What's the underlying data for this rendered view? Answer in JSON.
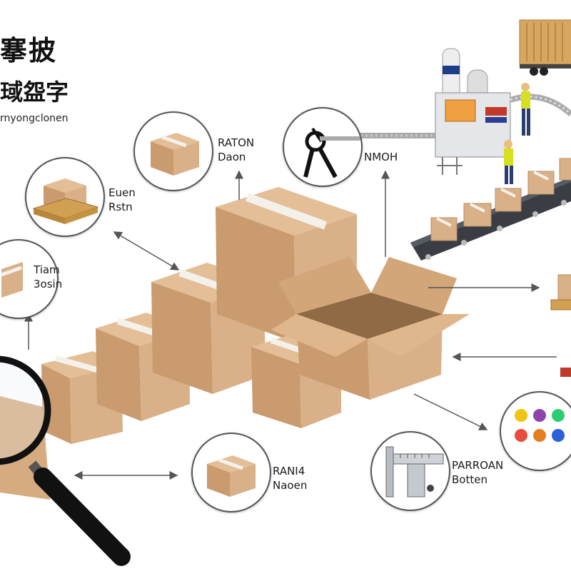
{
  "header": {
    "title_line1": "搴披",
    "title_line2": "琙盌字",
    "subtitle": "rnyongclonen"
  },
  "callouts": [
    {
      "line1": "RATON",
      "line2": "Daon"
    },
    {
      "line1": "NMOH",
      "line2": ""
    },
    {
      "line1": "Euen",
      "line2": "Rstn"
    },
    {
      "line1": "Tiam",
      "line2": "3osin"
    },
    {
      "line1": "RANI4",
      "line2": "Naoen"
    },
    {
      "line1": "PARROAN",
      "line2": "Botten"
    }
  ],
  "palette": {
    "cardboard": "#d9b088",
    "cardboard_dark": "#b98e63",
    "tape": "#f4f1ea",
    "pallet": "#d2a052",
    "conveyor": "#3a3d44",
    "container": "#d9a661"
  },
  "color_swatches": [
    "#f1c40f",
    "#8e44ad",
    "#2ecc71",
    "#e74c3c",
    "#e67e22",
    "#2e5fd6"
  ]
}
